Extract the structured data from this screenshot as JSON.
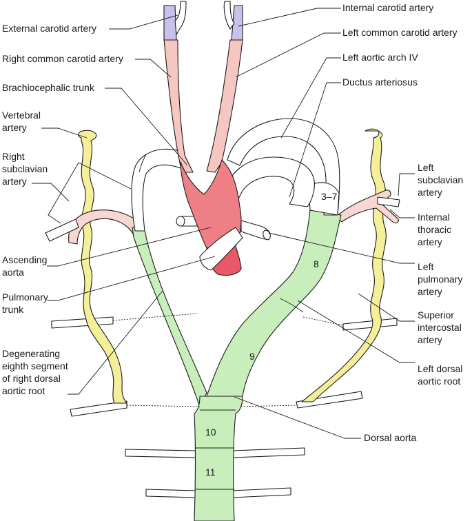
{
  "colors": {
    "dorsal_green": "#c8eebb",
    "vertebral_yellow": "#f5ef9a",
    "subclavian_pink": "#f8d7d2",
    "common_carotid_pink": "#f6c6c0",
    "trunk_red": "#ef7f86",
    "aorta_red": "#e85868",
    "internal_carotid_lavender": "#c9c0ec",
    "outline": "#1a1a1a"
  },
  "labels": {
    "internal_carotid": "Internal carotid artery",
    "external_carotid": "External carotid artery",
    "left_common_carotid": "Left common carotid artery",
    "right_common_carotid": "Right common carotid artery",
    "left_aortic_arch": "Left aortic arch IV",
    "brachiocephalic": "Brachiocephalic trunk",
    "ductus": "Ductus arteriosus",
    "vertebral": [
      "Vertebral",
      "artery"
    ],
    "right_subclavian": [
      "Right",
      "subclavian",
      "artery"
    ],
    "left_subclavian": [
      "Left",
      "subclavian",
      "artery"
    ],
    "internal_thoracic": [
      "Internal",
      "thoracic",
      "artery"
    ],
    "ascending_aorta": [
      "Ascending",
      "aorta"
    ],
    "left_pulmonary": [
      "Left",
      "pulmonary",
      "artery"
    ],
    "pulmonary_trunk": [
      "Pulmonary",
      "trunk"
    ],
    "superior_intercostal": [
      "Superior",
      "intercostal",
      "artery"
    ],
    "degenerating": [
      "Degenerating",
      "eighth segment",
      "of right dorsal",
      "aortic root"
    ],
    "left_dorsal_root": [
      "Left dorsal",
      "aortic root"
    ],
    "dorsal_aorta": "Dorsal aorta"
  },
  "segments": {
    "s37": "3–7",
    "s8": "8",
    "s9": "9",
    "s10": "10",
    "s11": "11"
  }
}
